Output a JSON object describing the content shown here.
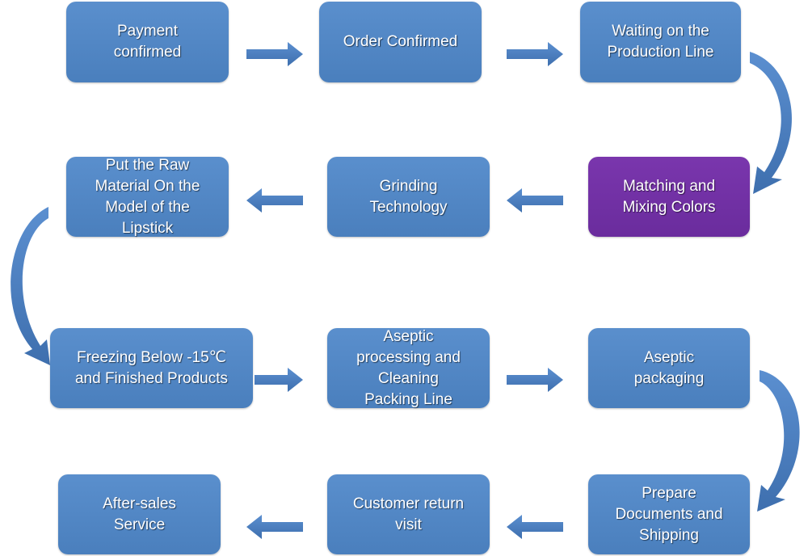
{
  "diagram": {
    "steps": [
      {
        "label": "Payment\nconfirmed"
      },
      {
        "label": "Order Confirmed"
      },
      {
        "label": "Waiting on the\nProduction Line"
      },
      {
        "label": "Matching and\nMixing Colors"
      },
      {
        "label": "Grinding\nTechnology"
      },
      {
        "label": "Put the Raw\nMaterial On the\nModel of the\nLipstick"
      },
      {
        "label": "Freezing Below -15℃\nand Finished Products"
      },
      {
        "label": "Aseptic\nprocessing and\nCleaning\nPacking Line"
      },
      {
        "label": "Aseptic\npackaging"
      },
      {
        "label": "Prepare\nDocuments and\nShipping"
      },
      {
        "label": "Customer return\nvisit"
      },
      {
        "label": "After-sales\nService"
      }
    ],
    "colors": {
      "box": "#4f85c6",
      "highlight": "#7030a0",
      "arrow": "#4f7fbe"
    }
  }
}
